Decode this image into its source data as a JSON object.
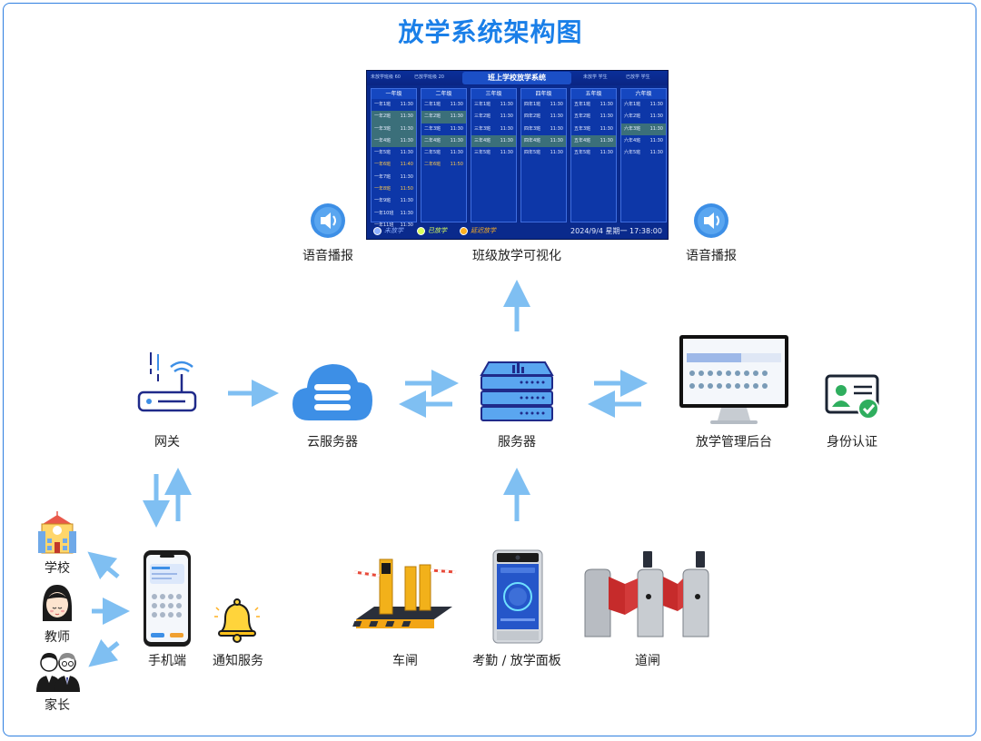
{
  "title": "放学系统架构图",
  "labels": {
    "voice_left": "语音播报",
    "visual": "班级放学可视化",
    "voice_right": "语音播报",
    "gateway": "网关",
    "cloud": "云服务器",
    "server": "服务器",
    "backend": "放学管理后台",
    "identity": "身份认证",
    "school": "学校",
    "teacher": "教师",
    "parent": "家长",
    "mobile": "手机端",
    "notify": "通知服务",
    "car_gate": "车闸",
    "panel": "考勤 / 放学面板",
    "turnstile": "道闸"
  },
  "dashboard": {
    "title": "班上学校放学系统",
    "stats_left": [
      "未放学班级 60",
      "已放学班级 20"
    ],
    "stats_right": [
      "未放学 学生",
      "已放学 学生"
    ],
    "legend": [
      {
        "label": "未放学",
        "color": "#8fb0ff"
      },
      {
        "label": "已放学",
        "color": "#d9ff5a"
      },
      {
        "label": "延迟放学",
        "color": "#ffb020"
      }
    ],
    "datetime": "2024/9/4  星期一  17:38:00",
    "grades": [
      {
        "name": "一年级",
        "rows": [
          {
            "c": "一年1班",
            "t": "11:30",
            "s": ""
          },
          {
            "c": "一年2班",
            "t": "11:30",
            "s": "hl"
          },
          {
            "c": "一年3班",
            "t": "11:30",
            "s": "hl"
          },
          {
            "c": "一年4班",
            "t": "11:30",
            "s": "hl"
          },
          {
            "c": "一年5班",
            "t": "11:30",
            "s": ""
          },
          {
            "c": "一年6班",
            "t": "11:40",
            "s": "late"
          },
          {
            "c": "一年7班",
            "t": "11:30",
            "s": ""
          },
          {
            "c": "一年8班",
            "t": "11:50",
            "s": "late"
          },
          {
            "c": "一年9班",
            "t": "11:30",
            "s": ""
          },
          {
            "c": "一年10班",
            "t": "11:30",
            "s": ""
          },
          {
            "c": "一年11班",
            "t": "11:30",
            "s": ""
          }
        ]
      },
      {
        "name": "二年级",
        "rows": [
          {
            "c": "二年1班",
            "t": "11:30",
            "s": ""
          },
          {
            "c": "二年2班",
            "t": "11:30",
            "s": "hl"
          },
          {
            "c": "二年3班",
            "t": "11:30",
            "s": ""
          },
          {
            "c": "二年4班",
            "t": "11:30",
            "s": "hl"
          },
          {
            "c": "二年5班",
            "t": "11:30",
            "s": ""
          },
          {
            "c": "二年6班",
            "t": "11:50",
            "s": "late"
          }
        ]
      },
      {
        "name": "三年级",
        "rows": [
          {
            "c": "三年1班",
            "t": "11:30",
            "s": ""
          },
          {
            "c": "三年2班",
            "t": "11:30",
            "s": ""
          },
          {
            "c": "三年3班",
            "t": "11:30",
            "s": ""
          },
          {
            "c": "三年4班",
            "t": "11:30",
            "s": "hl"
          },
          {
            "c": "三年5班",
            "t": "11:30",
            "s": ""
          }
        ]
      },
      {
        "name": "四年级",
        "rows": [
          {
            "c": "四年1班",
            "t": "11:30",
            "s": ""
          },
          {
            "c": "四年2班",
            "t": "11:30",
            "s": ""
          },
          {
            "c": "四年3班",
            "t": "11:30",
            "s": ""
          },
          {
            "c": "四年4班",
            "t": "11:30",
            "s": "hl"
          },
          {
            "c": "四年5班",
            "t": "11:30",
            "s": ""
          }
        ]
      },
      {
        "name": "五年级",
        "rows": [
          {
            "c": "五年1班",
            "t": "11:30",
            "s": ""
          },
          {
            "c": "五年2班",
            "t": "11:30",
            "s": ""
          },
          {
            "c": "五年3班",
            "t": "11:30",
            "s": ""
          },
          {
            "c": "五年4班",
            "t": "11:30",
            "s": "hl"
          },
          {
            "c": "五年5班",
            "t": "11:30",
            "s": ""
          }
        ]
      },
      {
        "name": "六年级",
        "rows": [
          {
            "c": "六年1班",
            "t": "11:30",
            "s": ""
          },
          {
            "c": "六年2班",
            "t": "11:30",
            "s": ""
          },
          {
            "c": "六年3班",
            "t": "11:30",
            "s": "hl"
          },
          {
            "c": "六年4班",
            "t": "11:30",
            "s": ""
          },
          {
            "c": "六年5班",
            "t": "11:30",
            "s": ""
          }
        ]
      }
    ]
  },
  "colors": {
    "accent": "#1a7fe8",
    "arrow": "#7fbff2",
    "icon_blue": "#3d8fe6",
    "navy": "#1f2a8a"
  },
  "icons": [
    "speaker-icon",
    "router-icon",
    "cloud-icon",
    "server-icon",
    "monitor-icon",
    "id-card-icon",
    "school-icon",
    "teacher-icon",
    "parent-icon",
    "phone-icon",
    "bell-icon",
    "car-gate-icon",
    "face-panel-icon",
    "turnstile-icon"
  ]
}
